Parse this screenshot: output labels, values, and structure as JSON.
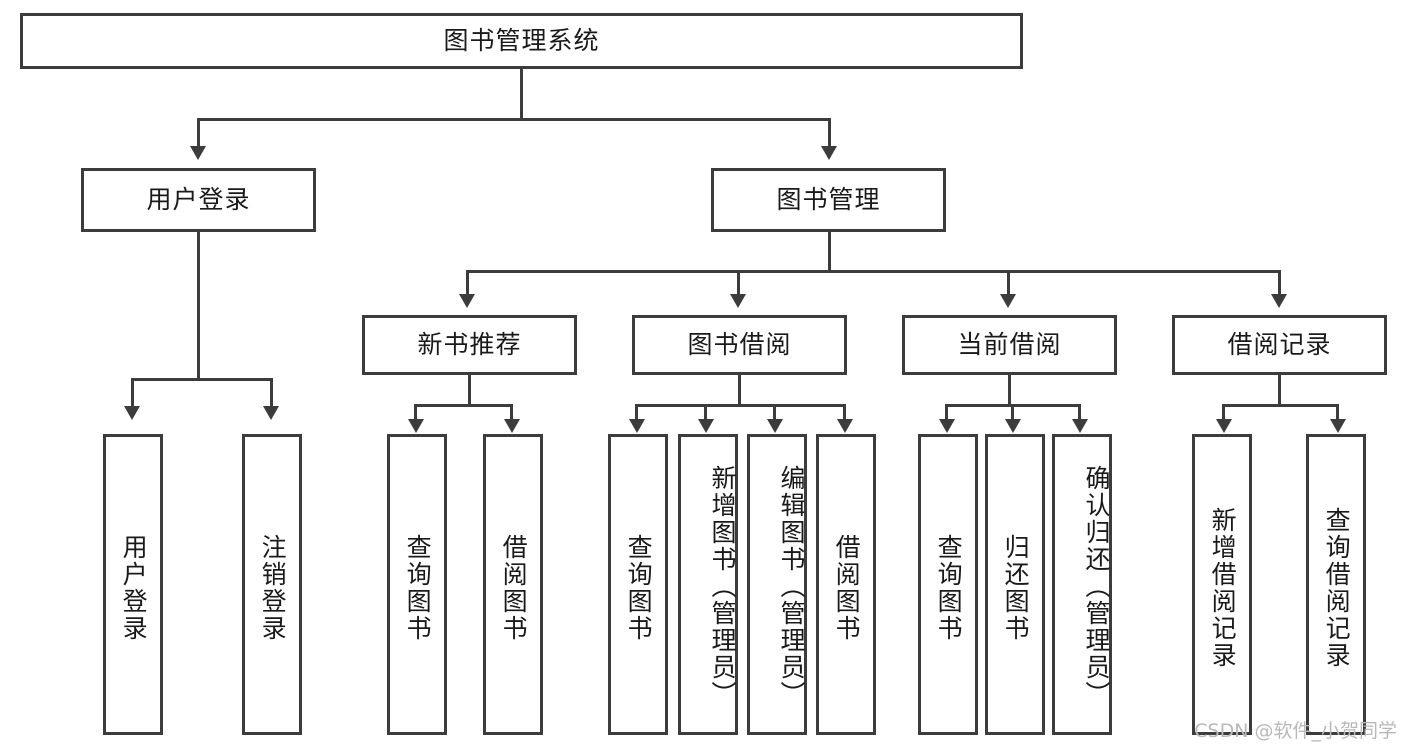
{
  "diagram": {
    "type": "tree-hierarchy",
    "title": "图书管理系统",
    "watermark": "CSDN @软件_小贺同学",
    "colors": {
      "stroke": "#3c3c3c",
      "fill": "#ffffff",
      "text": "#1a1a1a",
      "watermark": "#b9b9b9"
    },
    "root": {
      "label": "图书管理系统"
    },
    "level1": [
      {
        "label": "用户登录"
      },
      {
        "label": "图书管理"
      }
    ],
    "level2": [
      {
        "label": "新书推荐"
      },
      {
        "label": "图书借阅"
      },
      {
        "label": "当前借阅"
      },
      {
        "label": "借阅记录"
      }
    ],
    "leaves": {
      "user_login": [
        {
          "label": "用户登录"
        },
        {
          "label": "注销登录"
        }
      ],
      "new_book_recommend": [
        {
          "label": "查询图书"
        },
        {
          "label": "借阅图书"
        }
      ],
      "book_borrow": [
        {
          "label": "查询图书"
        },
        {
          "label": "新增图书（管理员）"
        },
        {
          "label": "编辑图书（管理员）"
        },
        {
          "label": "借阅图书"
        }
      ],
      "current_borrow": [
        {
          "label": "查询图书"
        },
        {
          "label": "归还图书"
        },
        {
          "label": "确认归还（管理员）"
        }
      ],
      "borrow_record": [
        {
          "label": "新增借阅记录"
        },
        {
          "label": "查询借阅记录"
        }
      ]
    }
  }
}
